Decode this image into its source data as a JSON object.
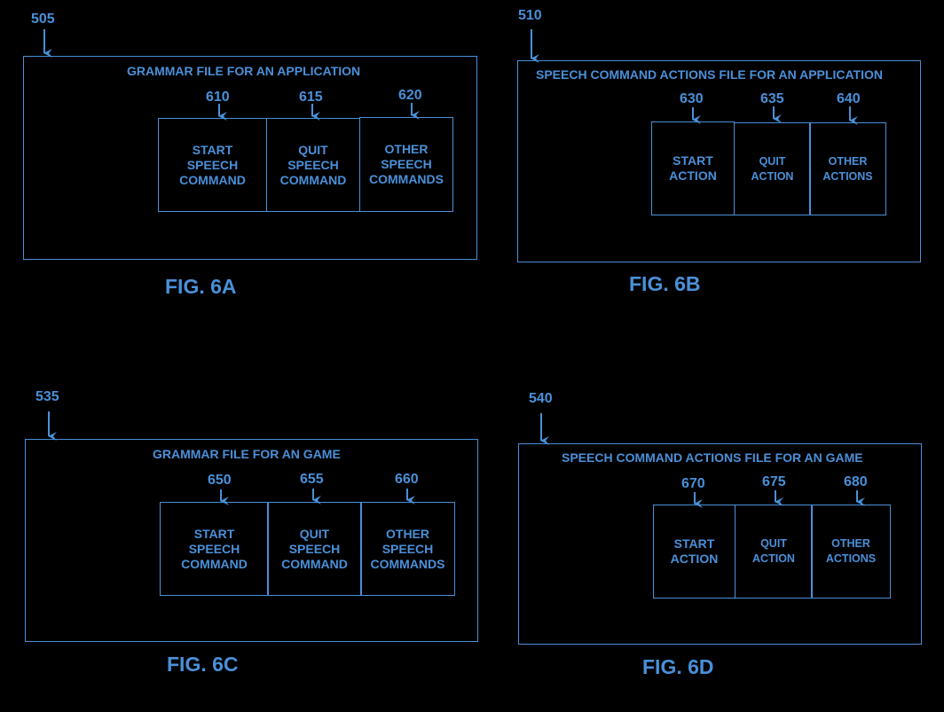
{
  "colors": {
    "background": "#000000",
    "accent": "#4a90d9"
  },
  "fig6a": {
    "ref": "505",
    "title": "GRAMMAR FILE FOR AN APPLICATION",
    "caption": "FIG. 6A",
    "cells": [
      {
        "ref": "610",
        "label": "START\nSPEECH\nCOMMAND"
      },
      {
        "ref": "615",
        "label": "QUIT\nSPEECH\nCOMMAND"
      },
      {
        "ref": "620",
        "label": "OTHER\nSPEECH\nCOMMANDS"
      }
    ]
  },
  "fig6b": {
    "ref": "510",
    "title": "SPEECH COMMAND ACTIONS FILE FOR AN APPLICATION",
    "caption": "FIG. 6B",
    "cells": [
      {
        "ref": "630",
        "label": "START\nACTION"
      },
      {
        "ref": "635",
        "label": "QUIT\nACTION"
      },
      {
        "ref": "640",
        "label": "OTHER\nACTIONS"
      }
    ]
  },
  "fig6c": {
    "ref": "535",
    "title": "GRAMMAR FILE FOR AN GAME",
    "caption": "FIG. 6C",
    "cells": [
      {
        "ref": "650",
        "label": "START\nSPEECH\nCOMMAND"
      },
      {
        "ref": "655",
        "label": "QUIT\nSPEECH\nCOMMAND"
      },
      {
        "ref": "660",
        "label": "OTHER\nSPEECH\nCOMMANDS"
      }
    ]
  },
  "fig6d": {
    "ref": "540",
    "title": "SPEECH COMMAND ACTIONS FILE FOR AN GAME",
    "caption": "FIG. 6D",
    "cells": [
      {
        "ref": "670",
        "label": "START\nACTION"
      },
      {
        "ref": "675",
        "label": "QUIT\nACTION"
      },
      {
        "ref": "680",
        "label": "OTHER\nACTIONS"
      }
    ]
  }
}
